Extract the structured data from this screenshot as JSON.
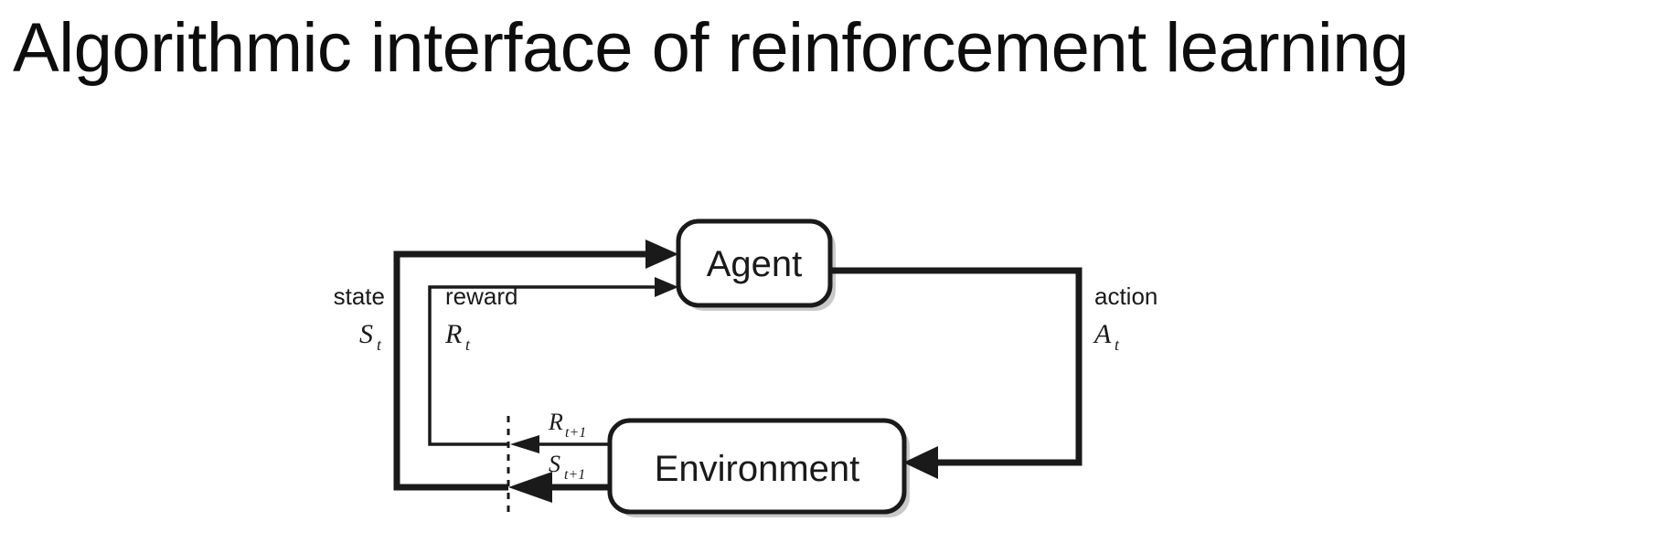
{
  "slide": {
    "title": "Algorithmic interface of reinforcement learning",
    "background_color": "#ffffff",
    "text_color": "#0d0d0d"
  },
  "diagram": {
    "name": "agent-environment-interaction-loop",
    "stroke_color": "#1a1a1a",
    "boxes": [
      {
        "id": "agent",
        "label": "Agent"
      },
      {
        "id": "environment",
        "label": "Environment"
      }
    ],
    "signals": [
      {
        "id": "state",
        "label": "state",
        "symbol": "S",
        "subscript": "t"
      },
      {
        "id": "reward",
        "label": "reward",
        "symbol": "R",
        "subscript": "t"
      },
      {
        "id": "action",
        "label": "action",
        "symbol": "A",
        "subscript": "t"
      }
    ],
    "feedback": [
      {
        "id": "reward-next",
        "symbol": "R",
        "subscript": "t+1"
      },
      {
        "id": "state-next",
        "symbol": "S",
        "subscript": "t+1"
      }
    ],
    "boundary": {
      "id": "time-step-boundary",
      "style": "dashed"
    }
  }
}
